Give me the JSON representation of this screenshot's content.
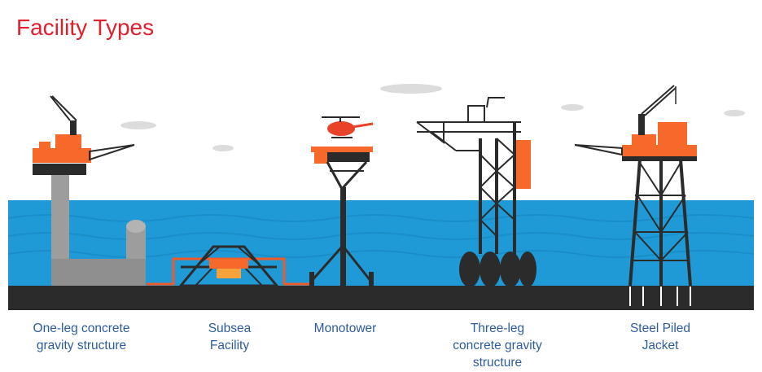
{
  "title": "Facility Types",
  "colors": {
    "title": "#e0202e",
    "caption": "#2d5c9e",
    "sea": "#1f9ad6",
    "seabed": "#2b2b2b",
    "platform_orange": "#f7692a",
    "steel": "#262626",
    "concrete": "#9d9d9d"
  },
  "facilities": [
    {
      "id": "one-leg",
      "label_lines": [
        "One-leg concrete",
        "gravity structure"
      ]
    },
    {
      "id": "subsea",
      "label_lines": [
        "Subsea",
        "Facility"
      ]
    },
    {
      "id": "monotower",
      "label_lines": [
        "Monotower"
      ]
    },
    {
      "id": "three-leg",
      "label_lines": [
        "Three-leg",
        "concrete gravity",
        "structure"
      ]
    },
    {
      "id": "steel-jacket",
      "label_lines": [
        "Steel Piled",
        "Jacket"
      ]
    }
  ]
}
